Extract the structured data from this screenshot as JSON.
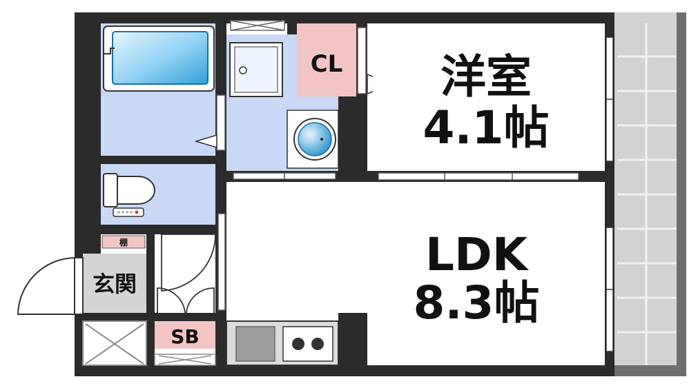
{
  "colors": {
    "wall": "#2b2b2b",
    "wet_area": "#c8d8f5",
    "closet": "#f3c4c4",
    "shoe_box": "#f3c4c4",
    "shelf": "#f3c4c4",
    "entrance": "#d4d4d4",
    "balcony_tile": "#d2d2d2",
    "balcony_grout": "#f2f2f2",
    "room_floor": "#ffffff",
    "bathtub_water": "#5fb7e8",
    "sink_basin": "#3aa2d6",
    "kitchen_counter": "#aaaaaa",
    "stove": "#333333"
  },
  "rooms": {
    "western": {
      "name": "洋室",
      "size": "4.1帖"
    },
    "ldk": {
      "name": "LDK",
      "size": "8.3帖"
    },
    "closet": {
      "name": "CL"
    },
    "entrance": {
      "name": "玄関"
    },
    "shoe_box": {
      "name": "SB"
    },
    "shelf": {
      "name": "棚"
    }
  },
  "icons": [
    "bathtub-icon",
    "toilet-icon",
    "washbasin-icon",
    "washing-machine-pan-icon",
    "stove-icon",
    "sink-icon"
  ]
}
